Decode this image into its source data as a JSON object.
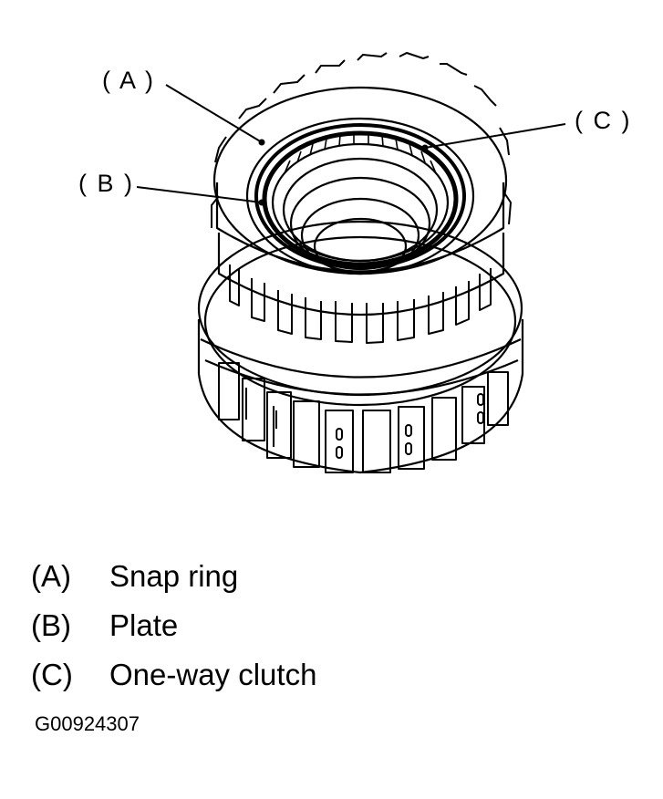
{
  "callouts": {
    "a": "( A )",
    "b": "( B )",
    "c": "( C )"
  },
  "legend": [
    {
      "key": "(A)",
      "label": "Snap ring"
    },
    {
      "key": "(B)",
      "label": "Plate"
    },
    {
      "key": "(C)",
      "label": "One-way clutch"
    }
  ],
  "figure_id": "G00924307",
  "colors": {
    "ink": "#000000",
    "paper": "#ffffff",
    "shade": "#e6e6e6"
  }
}
